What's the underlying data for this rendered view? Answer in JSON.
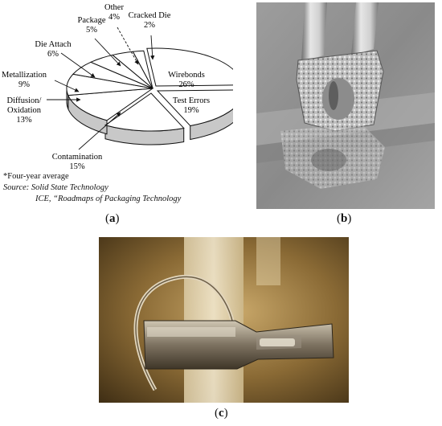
{
  "panel_a": {
    "caption_open": "(",
    "caption_letter": "a",
    "caption_close": ")",
    "footnote": "*Four-year average",
    "source_prefix": "Source:",
    "source_line1": "Solid State Technology",
    "source_line2": "ICE, “Roadmaps of Packaging Technology"
  },
  "panel_b": {
    "caption_open": "(",
    "caption_letter": "b",
    "caption_close": ")"
  },
  "panel_c": {
    "caption_open": "(",
    "caption_letter": "c",
    "caption_close": ")"
  },
  "chart_data": {
    "type": "pie",
    "title": "",
    "style": "3d-exploded",
    "slices": [
      {
        "label": "Wirebonds",
        "value": 26,
        "display": "26%",
        "color": "#ffffff"
      },
      {
        "label": "Test Errors",
        "value": 19,
        "display": "19%",
        "color": "#ffffff"
      },
      {
        "label": "Contamination",
        "value": 15,
        "display": "15%",
        "color": "#ffffff"
      },
      {
        "label": "Diffusion/\nOxidation",
        "value": 13,
        "display": "13%",
        "color": "#ffffff"
      },
      {
        "label": "Metallization",
        "value": 9,
        "display": "9%",
        "color": "#ffffff"
      },
      {
        "label": "Die Attach",
        "value": 6,
        "display": "6%",
        "color": "#ffffff"
      },
      {
        "label": "Package",
        "value": 5,
        "display": "5%",
        "color": "#ffffff"
      },
      {
        "label": "Other",
        "value": 4,
        "display": "4%",
        "color": "#ffffff"
      },
      {
        "label": "Cracked Die",
        "value": 2,
        "display": "2%",
        "color": "#ffffff"
      }
    ],
    "side_color": "#c8c8c8"
  }
}
